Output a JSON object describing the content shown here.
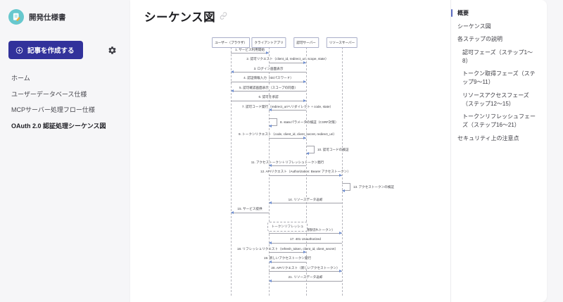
{
  "colors": {
    "brand_button": "#32329b",
    "logo_teal": "#67c8ce",
    "toc_accent": "#5b6bc0",
    "diagram_line": "#a2a2aa",
    "arrow_head": "#6f8fd2"
  },
  "sidebar": {
    "workspace_name": "開発仕様書",
    "create_button_label": "記事を作成する",
    "items": [
      {
        "label": "ホーム",
        "active": false
      },
      {
        "label": "ユーザーデータベース仕様",
        "active": false
      },
      {
        "label": "MCPサーバー処理フロー仕様",
        "active": false
      },
      {
        "label": "OAuth 2.0 認証処理シーケンス図",
        "active": true
      }
    ]
  },
  "main": {
    "title": "シーケンス図"
  },
  "toc": {
    "items": [
      {
        "label": "概要",
        "level": 0,
        "active": true
      },
      {
        "label": "シーケンス図",
        "level": 0,
        "active": false
      },
      {
        "label": "各ステップの説明",
        "level": 0,
        "active": false
      },
      {
        "label": "認可フェーズ（ステップ1〜8）",
        "level": 1,
        "active": false
      },
      {
        "label": "トークン取得フェーズ（ステップ9〜11）",
        "level": 1,
        "active": false
      },
      {
        "label": "リソースアクセスフェーズ（ステップ12〜15）",
        "level": 1,
        "active": false
      },
      {
        "label": "トークンリフレッシュフェーズ（ステップ16〜21）",
        "level": 1,
        "active": false
      },
      {
        "label": "セキュリティ上の注意点",
        "level": 0,
        "active": false
      }
    ]
  },
  "diagram": {
    "participants": [
      "ユーザー（ブラウザ）",
      "クライアントアプリ",
      "認可サーバー",
      "リソースサーバー"
    ],
    "messages": [
      {
        "type": "message",
        "from": 0,
        "to": 1,
        "label": "1. サービス利用開始"
      },
      {
        "type": "message",
        "from": 1,
        "to": 2,
        "label": "2. 認可リクエスト（client_id, redirect_uri, scope, state）"
      },
      {
        "type": "message",
        "from": 2,
        "to": 0,
        "label": "3. ログイン画面表示"
      },
      {
        "type": "message",
        "from": 0,
        "to": 2,
        "label": "4. 認証情報入力（ID/パスワード）"
      },
      {
        "type": "message",
        "from": 2,
        "to": 0,
        "label": "5. 認可確認画面表示（スコープの同意）"
      },
      {
        "type": "message",
        "from": 0,
        "to": 2,
        "label": "6. 認可を承認"
      },
      {
        "type": "message",
        "from": 2,
        "to": 1,
        "label": "7. 認可コード発行（redirect_uriへリダイレクト + code, state）"
      },
      {
        "type": "self",
        "on": 1,
        "label": "8. stateパラメータの検証（CSRF対策）"
      },
      {
        "type": "message",
        "from": 1,
        "to": 2,
        "label": "9. トークンリクエスト（code, client_id, client_secret, redirect_uri）"
      },
      {
        "type": "self",
        "on": 2,
        "label": "10. 認可コードの検証"
      },
      {
        "type": "message",
        "from": 2,
        "to": 1,
        "label": "11. アクセストークン＋リフレッシュトークン発行"
      },
      {
        "type": "message",
        "from": 1,
        "to": 3,
        "label": "12. APIリクエスト（Authorization: Bearer アクセストークン）"
      },
      {
        "type": "self",
        "on": 3,
        "label": "13. アクセストークンの検証"
      },
      {
        "type": "message",
        "from": 3,
        "to": 1,
        "label": "14. リソースデータ返却"
      },
      {
        "type": "message",
        "from": 1,
        "to": 0,
        "label": "15. サービス提供"
      },
      {
        "type": "note",
        "over": [
          1,
          2
        ],
        "label": "トークンリフレッシュ"
      },
      {
        "type": "message",
        "from": 1,
        "to": 3,
        "label": "16. APIリクエスト（期限切れトークン）"
      },
      {
        "type": "message",
        "from": 3,
        "to": 1,
        "label": "17. 401 Unauthorized"
      },
      {
        "type": "message",
        "from": 1,
        "to": 2,
        "label": "18. リフレッシュリクエスト（refresh_token, client_id, client_secret）"
      },
      {
        "type": "message",
        "from": 2,
        "to": 1,
        "label": "19. 新しいアクセストークン発行"
      },
      {
        "type": "message",
        "from": 1,
        "to": 3,
        "label": "20. APIリクエスト（新しいアクセストークン）"
      },
      {
        "type": "message",
        "from": 3,
        "to": 1,
        "label": "21. リソースデータ返却"
      }
    ]
  }
}
